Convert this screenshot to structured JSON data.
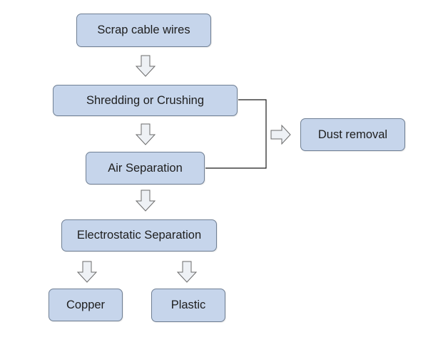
{
  "diagram": {
    "nodes": {
      "scrap": "Scrap cable wires",
      "shred": "Shredding or Crushing",
      "air": "Air Separation",
      "electro": "Electrostatic Separation",
      "copper": "Copper",
      "plastic": "Plastic",
      "dust": "Dust removal"
    },
    "edges": [
      [
        "Scrap cable wires",
        "Shredding or Crushing"
      ],
      [
        "Shredding or Crushing",
        "Air Separation"
      ],
      [
        "Air Separation",
        "Electrostatic Separation"
      ],
      [
        "Electrostatic Separation",
        "Copper"
      ],
      [
        "Electrostatic Separation",
        "Plastic"
      ],
      [
        "Shredding or Crushing",
        "Dust removal"
      ],
      [
        "Air Separation",
        "Dust removal"
      ]
    ],
    "colors": {
      "box_fill": "#c6d5eb",
      "box_border": "#6f7f94",
      "arrow_fill": "#eef1f5",
      "arrow_stroke": "#6b6b6b",
      "line": "#1a1a1a"
    }
  }
}
